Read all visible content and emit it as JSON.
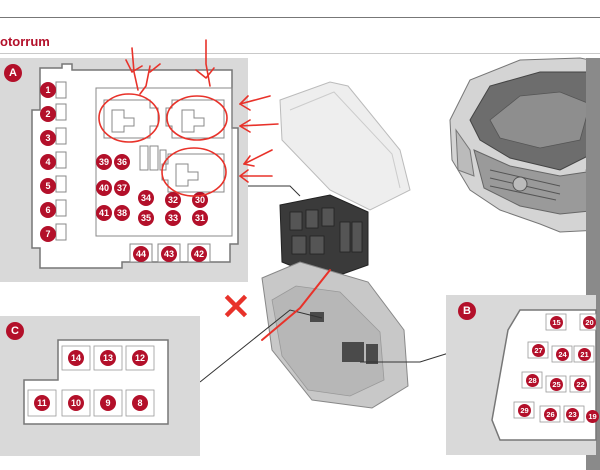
{
  "header": {
    "title": "otorrum"
  },
  "panel_a": {
    "badge": "A",
    "left_fuses": [
      "1",
      "2",
      "3",
      "4",
      "5",
      "6",
      "7"
    ],
    "center_fuses": [
      "39",
      "36",
      "40",
      "37",
      "41",
      "38",
      "34",
      "35",
      "33",
      "31",
      "32",
      "30"
    ],
    "bottom_fuses": [
      "44",
      "43",
      "42"
    ]
  },
  "panel_b": {
    "badge": "B",
    "fuses": [
      "15",
      "20",
      "27",
      "24",
      "21",
      "28",
      "25",
      "22",
      "29",
      "26",
      "23",
      "19"
    ]
  },
  "panel_c": {
    "badge": "C",
    "top_fuses": [
      "14",
      "13",
      "12"
    ],
    "bottom_fuses": [
      "11",
      "10",
      "9",
      "8"
    ]
  },
  "annotations": {
    "x_mark": "×"
  },
  "colors": {
    "accent": "#b3102a",
    "annotation": "#e8322a",
    "panel_bg": "#d9d9d9"
  }
}
